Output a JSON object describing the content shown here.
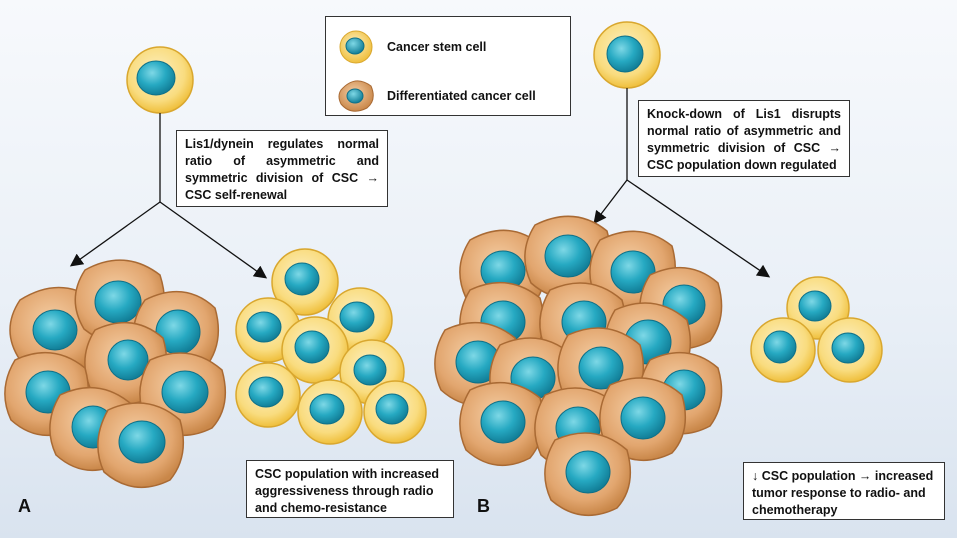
{
  "legend": {
    "cancer_stem_cell": "Cancer stem cell",
    "differentiated_cell": "Differentiated cancer cell"
  },
  "panel_a": {
    "label": "A",
    "regulation_text": "Lis1/dynein regulates normal ratio of asymmetric and symmetric division of CSC → CSC self-renewal",
    "outcome_text": "CSC population with increased aggressiveness through radio and chemo-resistance"
  },
  "panel_b": {
    "label": "B",
    "knockdown_text": "Knock-down of Lis1 disrupts normal ratio of asymmetric and symmetric division of CSC → CSC population down regulated",
    "outcome_text": "↓ CSC population → increased tumor response to radio- and chemotherapy"
  },
  "colors": {
    "stem_outer": "#f2c84b",
    "stem_inner": "#fbe6a6",
    "diff_outer": "#d89a62",
    "diff_inner": "#f0c39a",
    "nucleus": "#1fa3bd",
    "background": "#e8eef6"
  }
}
